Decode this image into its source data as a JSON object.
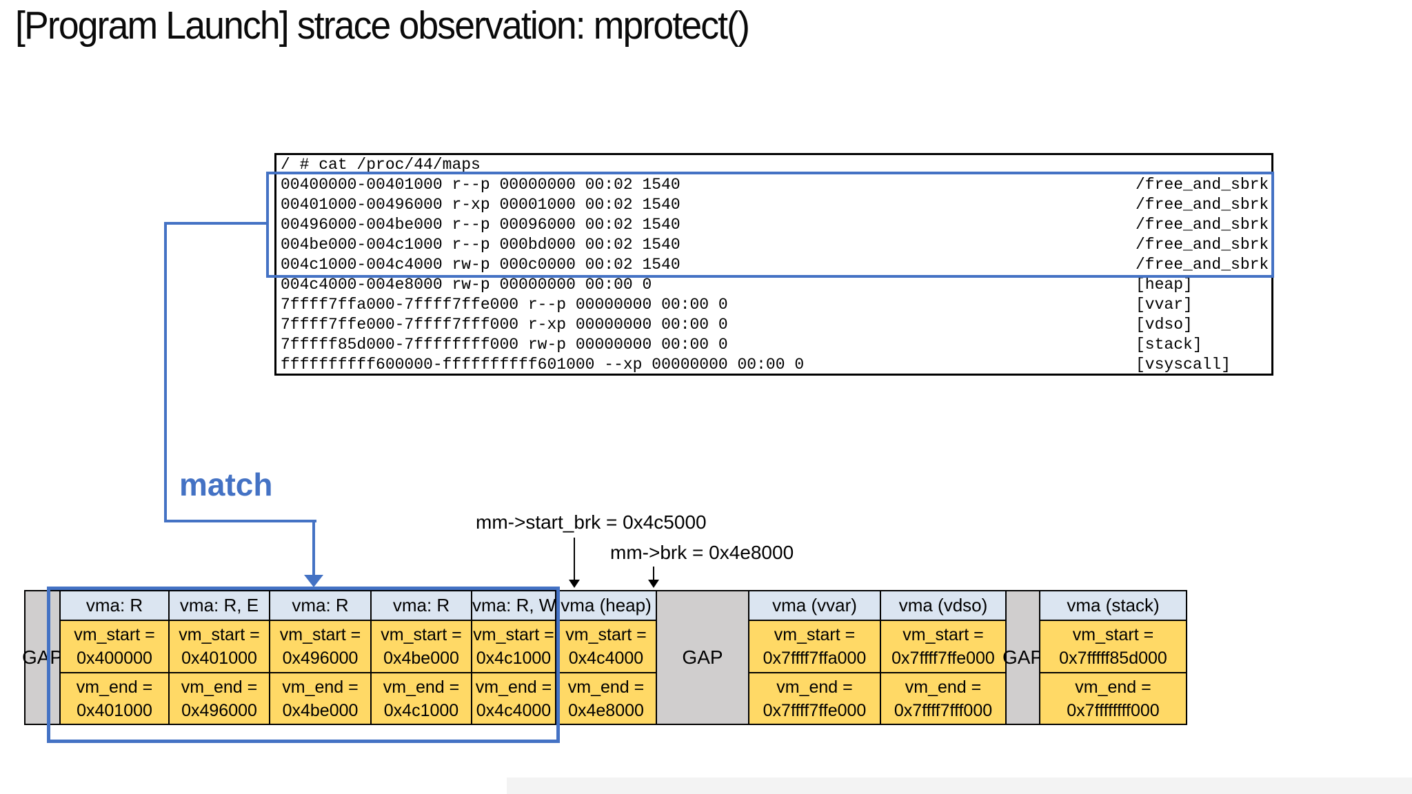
{
  "slide": {
    "title": "[Program Launch] strace observation: mprotect()"
  },
  "terminal": {
    "prompt_line": "/ # cat /proc/44/maps",
    "lines": [
      {
        "fields": "00400000-00401000 r--p 00000000 00:02 1540",
        "label": "/free_and_sbrk",
        "highlighted": true
      },
      {
        "fields": "00401000-00496000 r-xp 00001000 00:02 1540",
        "label": "/free_and_sbrk",
        "highlighted": true
      },
      {
        "fields": "00496000-004be000 r--p 00096000 00:02 1540",
        "label": "/free_and_sbrk",
        "highlighted": true
      },
      {
        "fields": "004be000-004c1000 r--p 000bd000 00:02 1540",
        "label": "/free_and_sbrk",
        "highlighted": true
      },
      {
        "fields": "004c1000-004c4000 rw-p 000c0000 00:02 1540",
        "label": "/free_and_sbrk",
        "highlighted": true
      },
      {
        "fields": "004c4000-004e8000 rw-p 00000000 00:00 0",
        "label": "[heap]",
        "highlighted": false
      },
      {
        "fields": "7ffff7ffa000-7ffff7ffe000 r--p 00000000 00:00 0",
        "label": "[vvar]",
        "highlighted": false
      },
      {
        "fields": "7ffff7ffe000-7ffff7fff000 r-xp 00000000 00:00 0",
        "label": "[vdso]",
        "highlighted": false
      },
      {
        "fields": "7fffff85d000-7ffffffff000 rw-p 00000000 00:00 0",
        "label": "[stack]",
        "highlighted": false
      },
      {
        "fields": "ffffffffff600000-ffffffffff601000 --xp 00000000 00:00 0",
        "label": "[vsyscall]",
        "highlighted": false
      }
    ]
  },
  "annotations": {
    "match_label": "match",
    "start_brk_label": "mm->start_brk = 0x4c5000",
    "brk_label": "mm->brk = 0x4e8000"
  },
  "memory_map": {
    "gap_label": "GAP",
    "row_labels": {
      "start": "vm_start =",
      "end": "vm_end ="
    },
    "columns": [
      {
        "type": "gap"
      },
      {
        "type": "vma",
        "header": "vma: R",
        "vm_start": "0x400000",
        "vm_end": "0x401000",
        "highlighted": true
      },
      {
        "type": "vma",
        "header": "vma: R, E",
        "vm_start": "0x401000",
        "vm_end": "0x496000",
        "highlighted": true
      },
      {
        "type": "vma",
        "header": "vma: R",
        "vm_start": "0x496000",
        "vm_end": "0x4be000",
        "highlighted": true
      },
      {
        "type": "vma",
        "header": "vma: R",
        "vm_start": "0x4be000",
        "vm_end": "0x4c1000",
        "highlighted": true
      },
      {
        "type": "vma",
        "header": "vma: R, W",
        "vm_start": "0x4c1000",
        "vm_end": "0x4c4000",
        "highlighted": true
      },
      {
        "type": "vma",
        "header": "vma (heap)",
        "vm_start": "0x4c4000",
        "vm_end": "0x4e8000",
        "highlighted": false
      },
      {
        "type": "gap"
      },
      {
        "type": "vma",
        "header": "vma (vvar)",
        "vm_start": "0x7ffff7ffa000",
        "vm_end": "0x7ffff7ffe000",
        "highlighted": false
      },
      {
        "type": "vma",
        "header": "vma (vdso)",
        "vm_start": "0x7ffff7ffe000",
        "vm_end": "0x7ffff7fff000",
        "highlighted": false
      },
      {
        "type": "gap"
      },
      {
        "type": "vma",
        "header": "vma (stack)",
        "vm_start": "0x7fffff85d000",
        "vm_end": "0x7ffffffff000",
        "highlighted": false
      }
    ]
  },
  "colors": {
    "accent_blue": "#4472c4",
    "header_fill": "#dbe5f1",
    "cell_fill": "#ffd966",
    "gap_fill": "#d0cece"
  }
}
